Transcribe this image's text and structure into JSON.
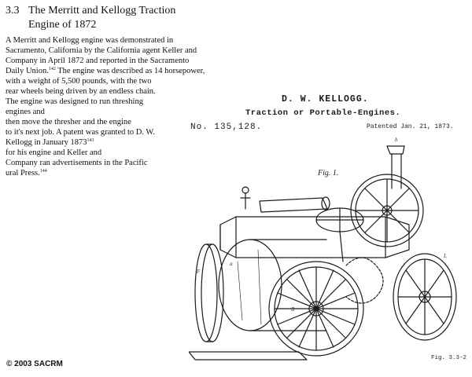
{
  "section": {
    "number": "3.3",
    "title_line1": "The Merritt and Kellogg Traction",
    "title_line2": "Engine of 1872"
  },
  "body": {
    "lines": [
      "A Merritt and Kellogg engine was demonstrated in",
      "Sacramento, California by the California agent Keller and",
      "Company in April 1872 and reported in the Sacramento",
      "Daily Union.",
      " The engine was described as 14 horsepower,",
      "with a weight of 5,500 pounds, with the two",
      "rear wheels being driven by an endless chain.",
      "The engine was designed to run threshing",
      "engines and",
      "then move the thresher and the engine",
      "to it's next job. A patent was granted to D. W.",
      "Kellogg in January 1873",
      "for his engine and Keller and",
      "Company ran advertisements in the Pacific",
      "ural Press."
    ],
    "footnotes": [
      "142",
      "143",
      "144"
    ]
  },
  "patent": {
    "patentee": "D. W. KELLOGG.",
    "title": "Traction or Portable-Engines.",
    "number": "No. 135,128.",
    "date": "Patented Jan. 21, 1873."
  },
  "figure": {
    "label": "Fig. 1.",
    "caption": "Fig. 3.3-2"
  },
  "copyright": "© 2003 SACRM"
}
